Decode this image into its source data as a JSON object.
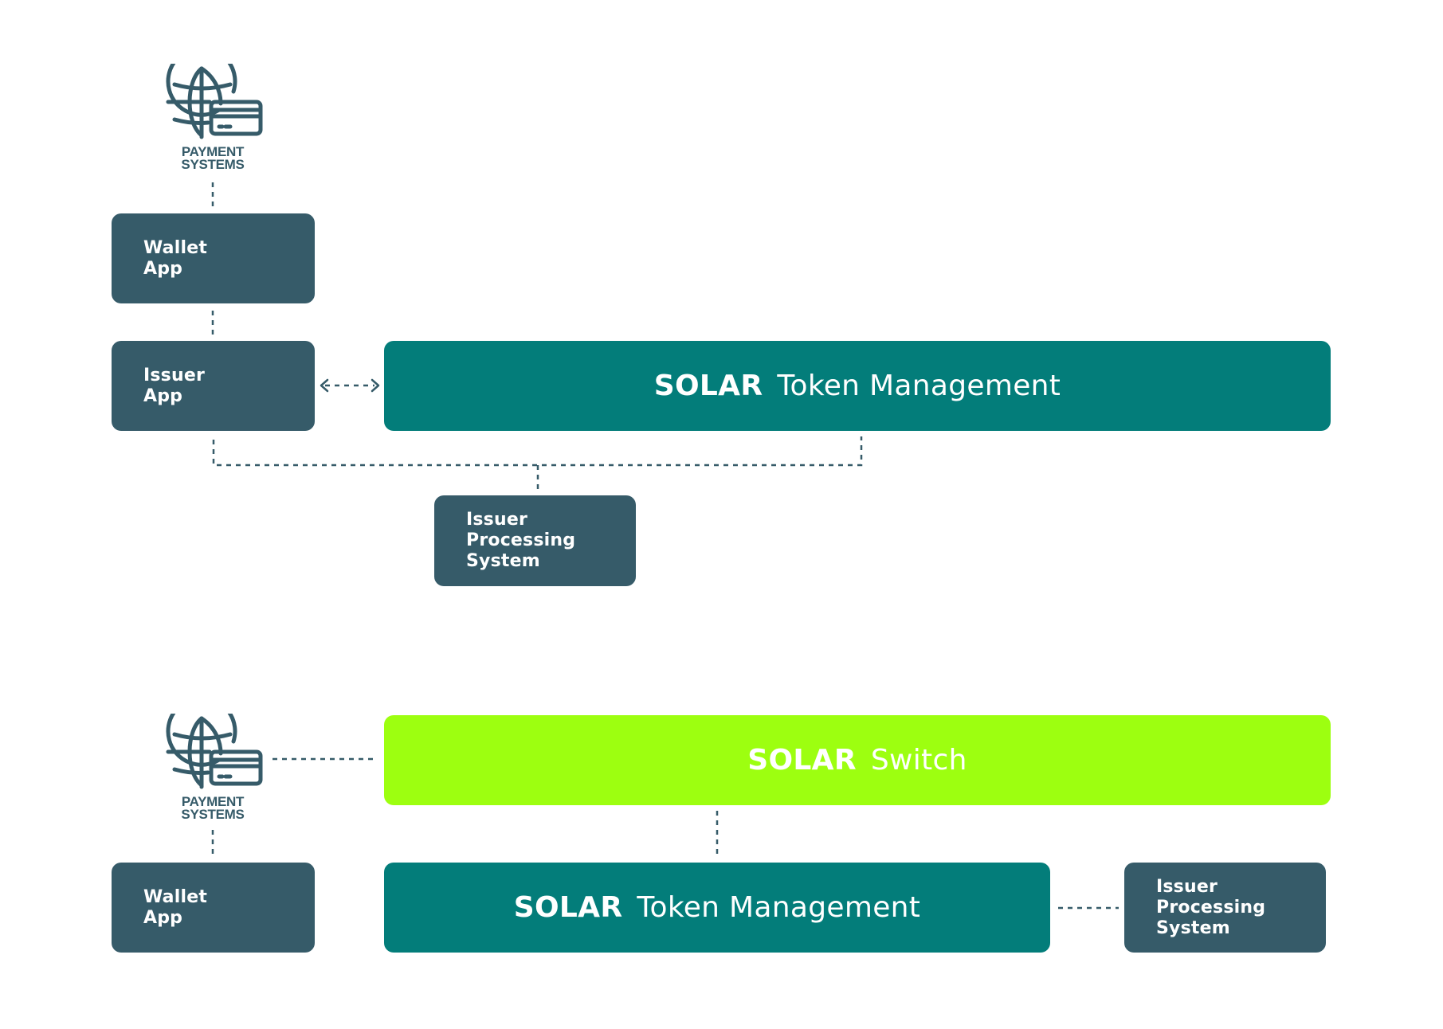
{
  "colors": {
    "node_dark": "#365b69",
    "token_management": "#037d7a",
    "switch": "#9dff10",
    "connector": "#365b69",
    "text_on_node": "#ffffff"
  },
  "diagrams": [
    {
      "id": "token-management-only",
      "nodes": {
        "payment_systems": {
          "icon": "globe-card-icon",
          "label": "PAYMENT\nSYSTEMS"
        },
        "wallet_app": {
          "label": "Wallet\nApp"
        },
        "issuer_app": {
          "label": "Issuer\nApp"
        },
        "token_management": {
          "brand": "SOLAR",
          "product": "Token Management"
        },
        "issuer_processing_system": {
          "label": "Issuer\nProcessing\nSystem"
        }
      },
      "edges": [
        {
          "from": "payment_systems",
          "to": "wallet_app",
          "style": "dashed"
        },
        {
          "from": "wallet_app",
          "to": "issuer_app",
          "style": "dashed"
        },
        {
          "from": "issuer_app",
          "to": "token_management",
          "style": "dashed",
          "arrows": "both"
        },
        {
          "from": "issuer_app",
          "to": "issuer_processing_system",
          "style": "dashed"
        },
        {
          "from": "token_management",
          "to": "issuer_processing_system",
          "style": "dashed"
        }
      ]
    },
    {
      "id": "switch-and-token-management",
      "nodes": {
        "payment_systems": {
          "icon": "globe-card-icon",
          "label": "PAYMENT\nSYSTEMS"
        },
        "switch": {
          "brand": "SOLAR",
          "product": "Switch"
        },
        "wallet_app": {
          "label": "Wallet\nApp"
        },
        "token_management": {
          "brand": "SOLAR",
          "product": "Token Management"
        },
        "issuer_processing_system": {
          "label": "Issuer\nProcessing\nSystem"
        }
      },
      "edges": [
        {
          "from": "payment_systems",
          "to": "switch",
          "style": "dashed"
        },
        {
          "from": "payment_systems",
          "to": "wallet_app",
          "style": "dashed"
        },
        {
          "from": "switch",
          "to": "token_management",
          "style": "dashed"
        },
        {
          "from": "token_management",
          "to": "issuer_processing_system",
          "style": "dashed"
        }
      ]
    }
  ]
}
